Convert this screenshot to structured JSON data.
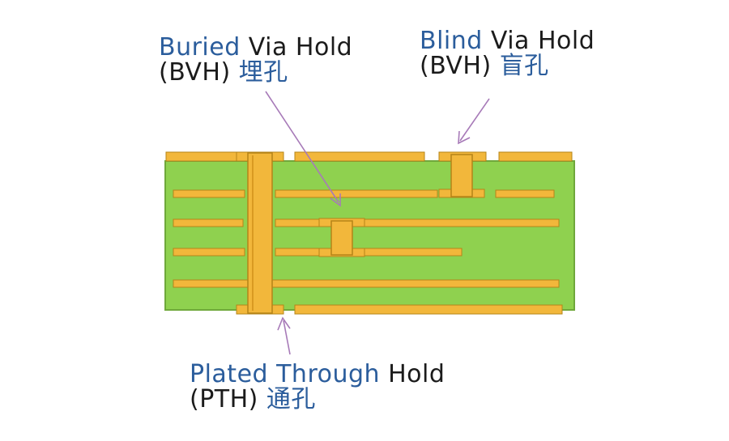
{
  "labels": {
    "buried": {
      "highlight": "Buried",
      "rest": " Via Hold",
      "line2": "(BVH) ",
      "cjk": "埋孔"
    },
    "blind": {
      "highlight": "Blind",
      "rest": " Via Hold",
      "line2": "(BVH) ",
      "cjk": "盲孔"
    },
    "pth": {
      "highlight": "Plated Through",
      "rest": " Hold",
      "line2": "(PTH) ",
      "cjk": "通孔"
    }
  },
  "colors": {
    "board": "#8fd14f",
    "board_edge": "#6fa83b",
    "copper": "#f2b73b",
    "copper_edge": "#b58418",
    "arrow": "#a77ab8",
    "highlight_text": "#2b5d9c"
  }
}
